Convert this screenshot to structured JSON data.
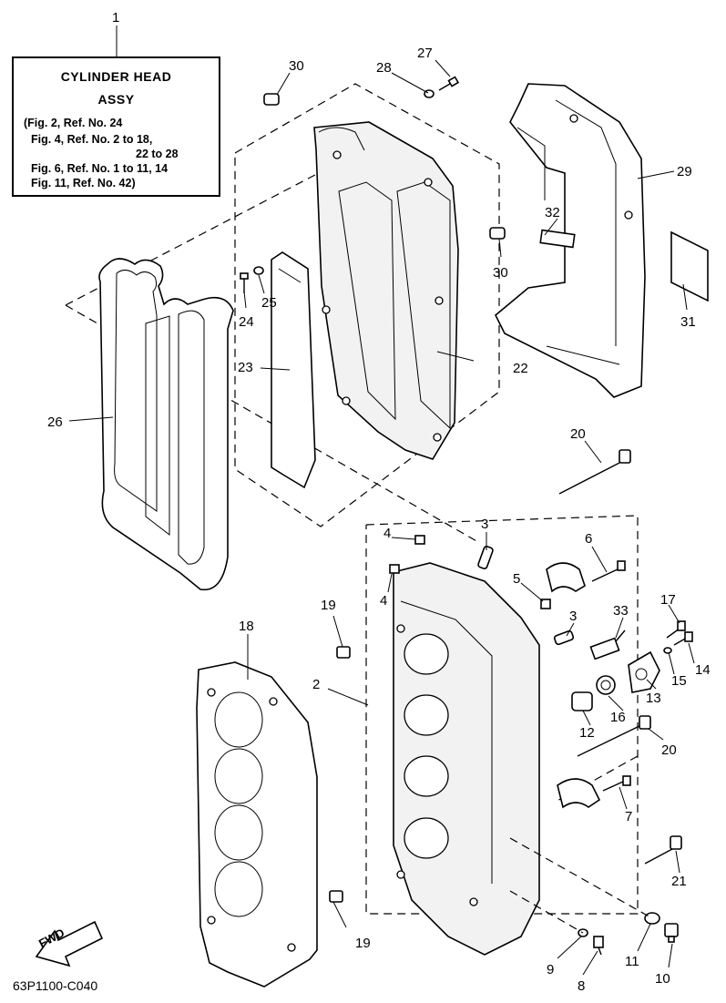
{
  "legend": {
    "title_line1": "CYLINDER HEAD",
    "title_line2": "ASSY",
    "lines": [
      "(Fig. 2, Ref. No. 24",
      "Fig. 4, Ref. No. 2 to 18,",
      "22 to 28",
      "Fig. 6, Ref. No. 1 to 11, 14",
      "Fig. 11, Ref. No. 42)"
    ]
  },
  "callouts": {
    "c1": "1",
    "c2": "2",
    "c3a": "3",
    "c3b": "3",
    "c4a": "4",
    "c4b": "4",
    "c5": "5",
    "c6": "6",
    "c7": "7",
    "c8": "8",
    "c9": "9",
    "c10": "10",
    "c11": "11",
    "c12": "12",
    "c13": "13",
    "c14": "14",
    "c15": "15",
    "c16": "16",
    "c17": "17",
    "c18": "18",
    "c19a": "19",
    "c19b": "19",
    "c20a": "20",
    "c20b": "20",
    "c21": "21",
    "c22": "22",
    "c23": "23",
    "c24": "24",
    "c25": "25",
    "c26": "26",
    "c27": "27",
    "c28": "28",
    "c29": "29",
    "c30a": "30",
    "c30b": "30",
    "c31": "31",
    "c32": "32",
    "c33": "33"
  },
  "fwd_label": "FWD",
  "drawing_code": "63P1100-C040"
}
